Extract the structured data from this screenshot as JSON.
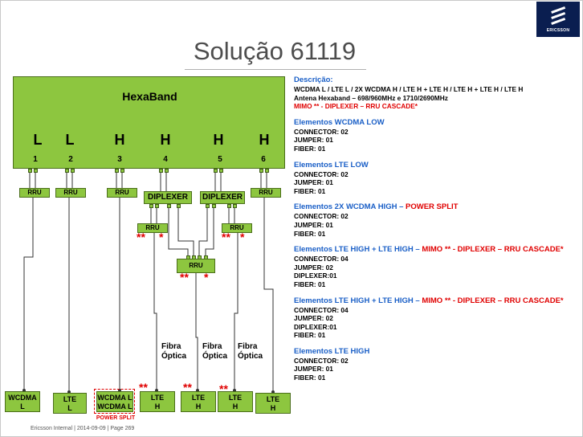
{
  "page": {
    "title": "Solução 61119"
  },
  "logo": {
    "text": "ERICSSON"
  },
  "diagram": {
    "hexaband_label": "HexaBand",
    "bands": [
      "L",
      "L",
      "H",
      "H",
      "H",
      "H"
    ],
    "ports": [
      "1",
      "2",
      "3",
      "4",
      "5",
      "6"
    ],
    "rru_label": "RRU",
    "diplexer_label": "DIPLEXER",
    "stars_double": "**",
    "stars_single": "*",
    "fibra": "Fibra\nÓptica",
    "bottom": [
      "WCDMA\nL",
      "LTE\nL",
      "WCDMA L\nWCDMA L",
      "LTE\nH",
      "LTE\nH",
      "LTE\nH",
      "LTE\nH"
    ],
    "power_split_label": "POWER SPLIT"
  },
  "description": {
    "heading": "Descrição:",
    "line1": "WCDMA L / LTE L / 2X WCDMA H / LTE H + LTE H / LTE H + LTE H / LTE H",
    "line2": "Antena Hexaband – 698/960MHz  e  1710/2690MHz",
    "line3": "MIMO ** - DIPLEXER – RRU CASCADE*"
  },
  "sections": [
    {
      "title": "Elementos WCDMA LOW",
      "title_red": "",
      "lines": [
        "CONNECTOR: 02",
        "JUMPER: 01",
        "FIBER: 01"
      ]
    },
    {
      "title": "Elementos LTE LOW",
      "title_red": "",
      "lines": [
        "CONNECTOR: 02",
        "JUMPER: 01",
        "FIBER: 01"
      ]
    },
    {
      "title": "Elementos 2X WCDMA HIGH – ",
      "title_red": "POWER SPLIT",
      "lines": [
        "CONNECTOR: 02",
        "JUMPER: 01",
        "FIBER: 01"
      ]
    },
    {
      "title": "Elementos  LTE HIGH + LTE HIGH – ",
      "title_red": "MIMO ** - DIPLEXER – RRU CASCADE*",
      "lines": [
        "CONNECTOR: 04",
        "JUMPER: 02",
        "DIPLEXER:01",
        "FIBER: 01"
      ]
    },
    {
      "title": "Elementos  LTE HIGH + LTE HIGH – ",
      "title_red": "MIMO ** - DIPLEXER – RRU CASCADE*",
      "lines": [
        "CONNECTOR: 04",
        "JUMPER: 02",
        "DIPLEXER:01",
        "FIBER: 01"
      ]
    },
    {
      "title": "Elementos LTE HIGH",
      "title_red": "",
      "lines": [
        "CONNECTOR: 02",
        "JUMPER: 01",
        "FIBER: 01"
      ]
    }
  ],
  "footer": {
    "text": "Ericsson Internal  |  2014-09-09  |  Page 269"
  },
  "colors": {
    "green": "#8dc63f",
    "blue": "#1a5fc7",
    "red": "#e00000",
    "logo": "#0a1e50"
  }
}
